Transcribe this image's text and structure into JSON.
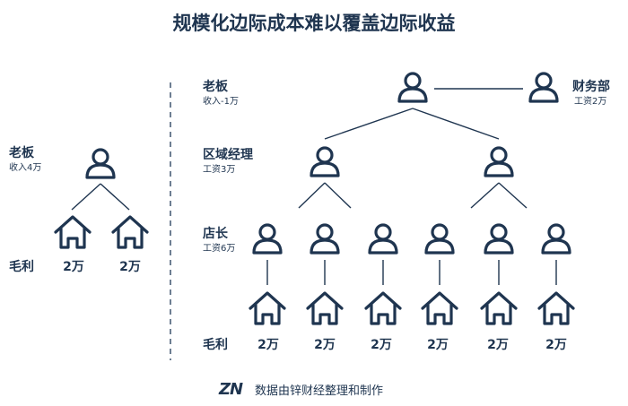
{
  "title": "规模化边际成本难以覆盖边际收益",
  "colors": {
    "ink": "#1f3550",
    "divider": "#4a5f78"
  },
  "icons": {
    "person": "person-icon",
    "house": "house-icon"
  },
  "left": {
    "boss": {
      "label": "老板",
      "note": "收入4万"
    },
    "gross_label": "毛利",
    "gross_values": [
      "2万",
      "2万"
    ]
  },
  "right": {
    "boss": {
      "label": "老板",
      "note": "收入-1万"
    },
    "finance": {
      "label": "财务部",
      "note": "工资2万"
    },
    "regional": {
      "label": "区域经理",
      "note": "工资3万"
    },
    "store": {
      "label": "店长",
      "note": "工资6万"
    },
    "gross_label": "毛利",
    "gross_values": [
      "2万",
      "2万",
      "2万",
      "2万",
      "2万",
      "2万"
    ]
  },
  "footer": {
    "logo": "ZN",
    "text": "数据由锌财经整理和制作"
  }
}
